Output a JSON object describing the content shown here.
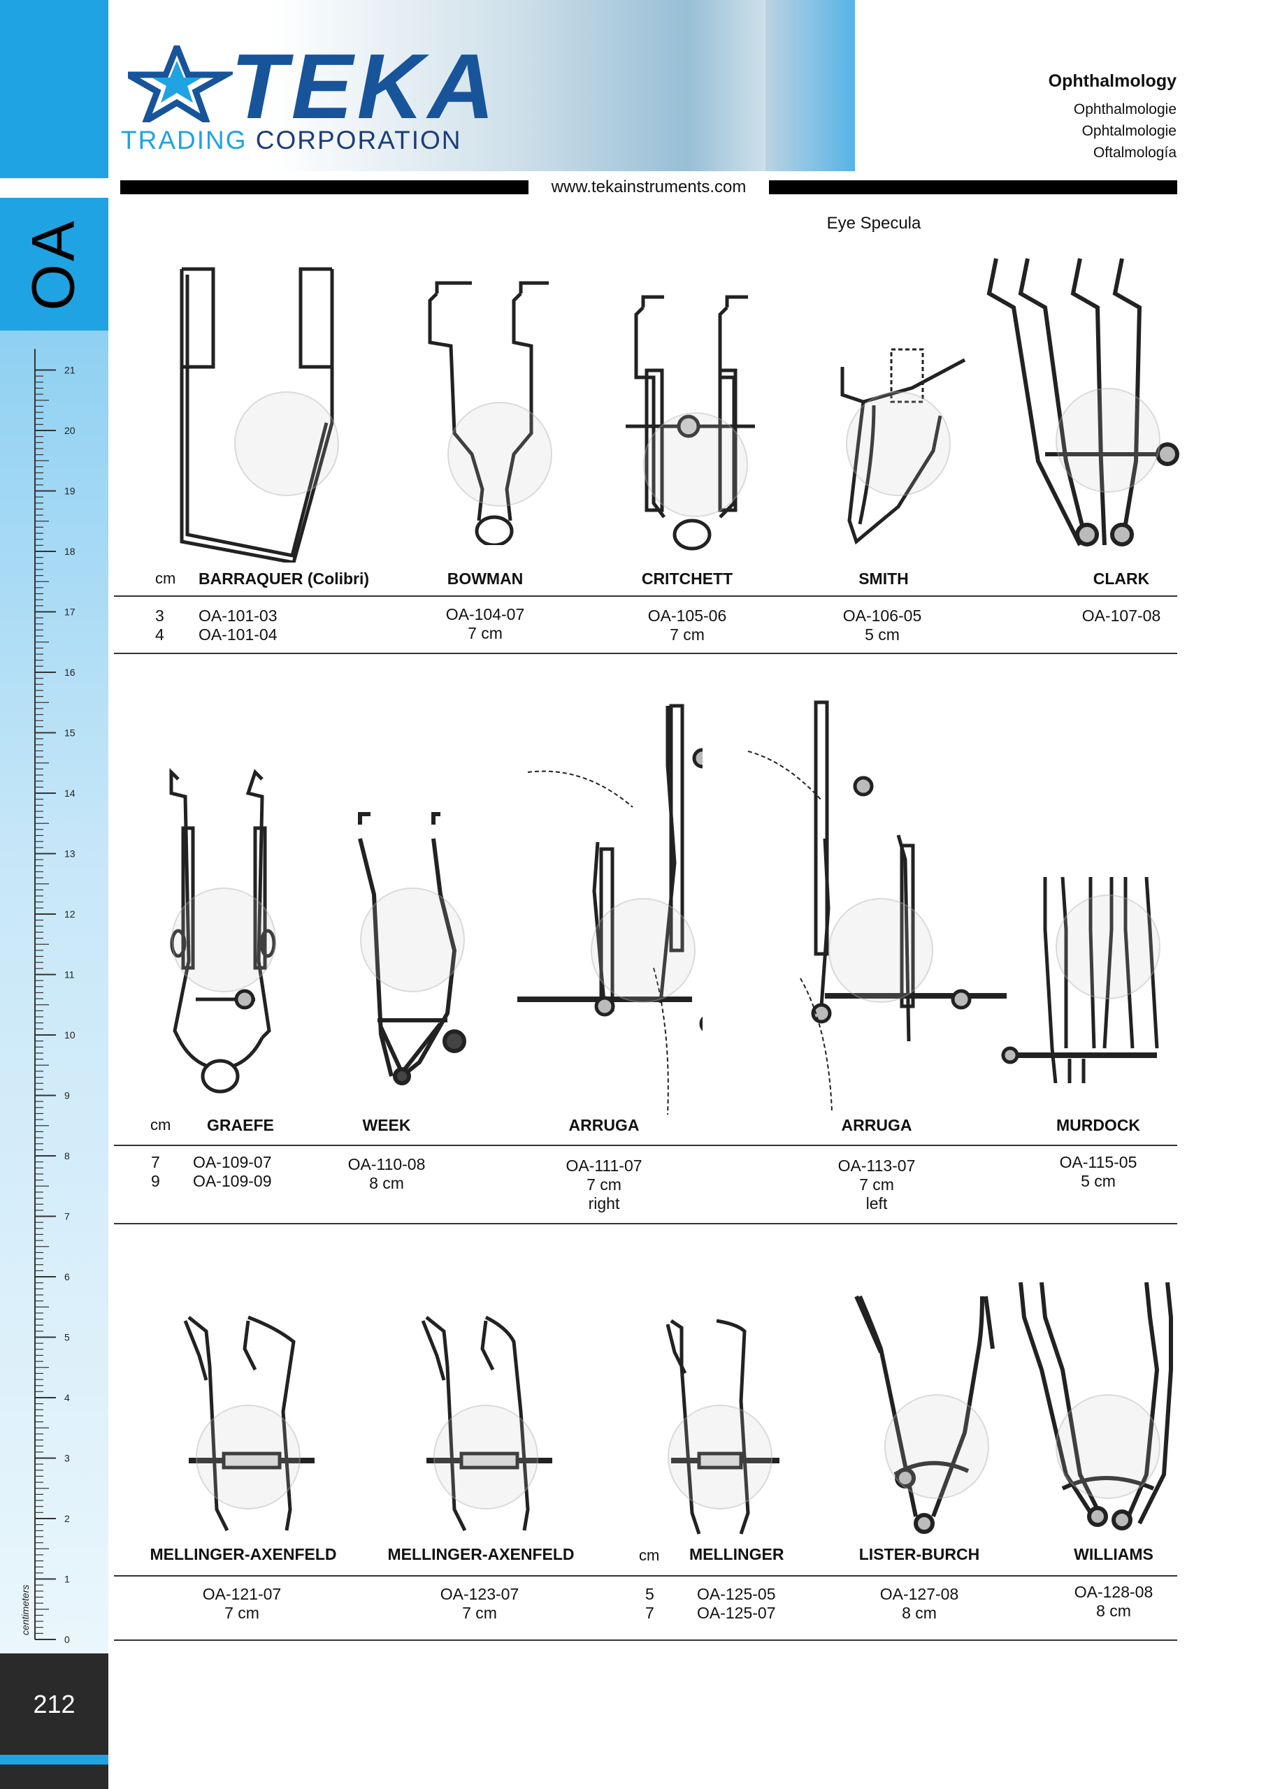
{
  "header": {
    "brand": "TEKA",
    "brand_sub_1": "TRADING",
    "brand_sub_2": "CORPORATION",
    "section_title": "Ophthalmology",
    "section_de": "Ophthalmologie",
    "section_fr": "Ophtalmologie",
    "section_es": "Oftalmología",
    "website": "www.tekainstruments.com",
    "category": "Eye Specula"
  },
  "sidebar": {
    "section_code": "OA",
    "ruler_unit": "centimeters",
    "page_number": "212",
    "ruler_ticks": [
      "0",
      "1",
      "2",
      "3",
      "4",
      "5",
      "6",
      "7",
      "8",
      "9",
      "10",
      "11",
      "12",
      "13",
      "14",
      "15",
      "16",
      "17",
      "18",
      "19",
      "20",
      "21"
    ]
  },
  "rows": [
    {
      "cm_label": "cm",
      "items": [
        {
          "name": "BARRAQUER (Colibri)",
          "sizes": [
            "3",
            "4"
          ],
          "codes": [
            "OA-101-03",
            "OA-101-04"
          ]
        },
        {
          "name": "BOWMAN",
          "codes": [
            "OA-104-07",
            "7 cm"
          ]
        },
        {
          "name": "CRITCHETT",
          "codes": [
            "OA-105-06",
            "7 cm"
          ]
        },
        {
          "name": "SMITH",
          "codes": [
            "OA-106-05",
            "5 cm"
          ]
        },
        {
          "name": "CLARK",
          "codes": [
            "OA-107-08"
          ]
        }
      ]
    },
    {
      "cm_label": "cm",
      "items": [
        {
          "name": "GRAEFE",
          "sizes": [
            "7",
            "9"
          ],
          "codes": [
            "OA-109-07",
            "OA-109-09"
          ]
        },
        {
          "name": "WEEK",
          "codes": [
            "OA-110-08",
            "8 cm"
          ]
        },
        {
          "name": "ARRUGA",
          "codes": [
            "OA-111-07",
            "7 cm",
            "right"
          ]
        },
        {
          "name": "ARRUGA",
          "codes": [
            "OA-113-07",
            "7 cm",
            "left"
          ]
        },
        {
          "name": "MURDOCK",
          "codes": [
            "OA-115-05",
            "5 cm"
          ]
        }
      ]
    },
    {
      "cm_label": "cm",
      "items": [
        {
          "name": "MELLINGER-AXENFELD",
          "codes": [
            "OA-121-07",
            "7 cm"
          ]
        },
        {
          "name": "MELLINGER-AXENFELD",
          "codes": [
            "OA-123-07",
            "7 cm"
          ]
        },
        {
          "name": "MELLINGER",
          "sizes": [
            "5",
            "7"
          ],
          "codes": [
            "OA-125-05",
            "OA-125-07"
          ]
        },
        {
          "name": "LISTER-BURCH",
          "codes": [
            "OA-127-08",
            "8 cm"
          ]
        },
        {
          "name": "WILLIAMS",
          "codes": [
            "OA-128-08",
            "8 cm"
          ]
        }
      ]
    }
  ],
  "colors": {
    "accent_blue": "#1fa3e2",
    "brand_navy": "#17549a",
    "dark": "#2a2a2a"
  }
}
